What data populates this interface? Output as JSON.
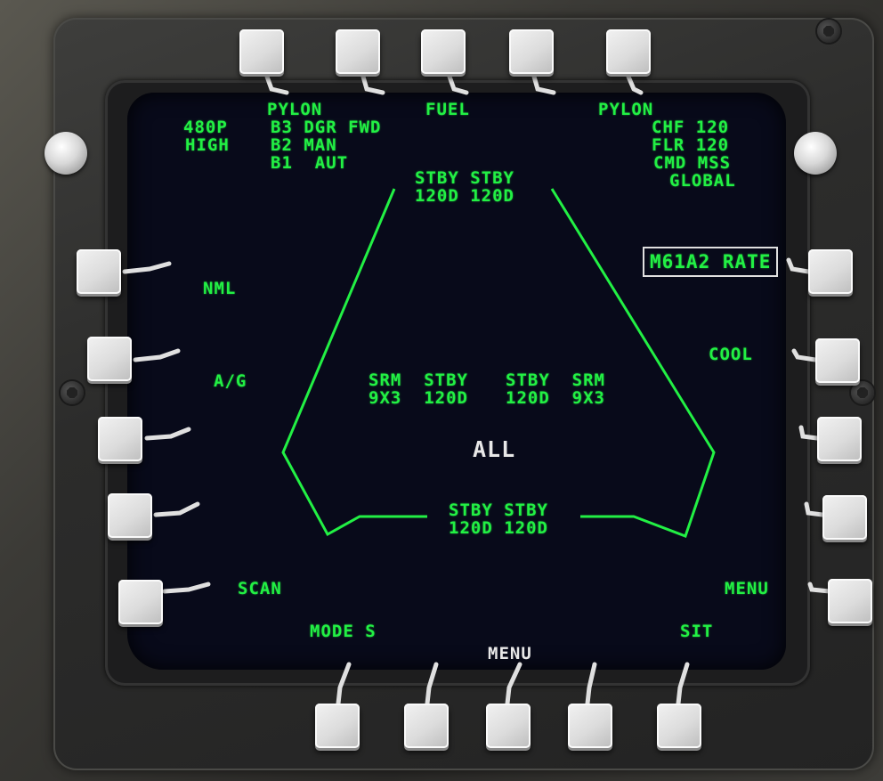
{
  "top_labels": {
    "pylon_left": "PYLON",
    "fuel": "FUEL",
    "pylon_right": "PYLON"
  },
  "status_left": {
    "line1": "480P",
    "line2": "HIGH"
  },
  "fuzing": {
    "b3": "B3 DGR FWD",
    "b2": "B2 MAN",
    "b1": "B1  AUT"
  },
  "status_right": {
    "chf": "CHF 120",
    "flr": "FLR 120",
    "cmd": "CMD MSS",
    "global": "GLOBAL"
  },
  "left_labels": {
    "nml": "NML",
    "ag": "A/G",
    "scan": "SCAN"
  },
  "right_labels": {
    "gun": "M61A2 RATE",
    "cool": "COOL",
    "menu": "MENU"
  },
  "bottom_labels": {
    "mode_s": "MODE S",
    "menu": "MENU",
    "sit": "SIT"
  },
  "stations": {
    "top": "STBY STBY\n120D 120D",
    "mid_left": "SRM  STBY\n9X3  120D",
    "mid_right": "STBY  SRM\n120D  9X3",
    "bottom": "STBY STBY\n120D 120D",
    "center": "ALL"
  },
  "colors": {
    "symbology": "#22f044",
    "screen": "#080a1a",
    "highlight": "#e8e8e8"
  }
}
